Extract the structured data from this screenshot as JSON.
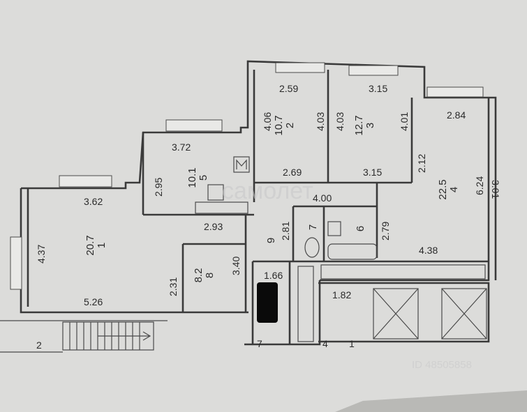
{
  "plan": {
    "watermark": "самолет",
    "id_text": "ID 48505858",
    "corner_labels": {
      "left": "2",
      "bottom_a": "7",
      "bottom_b": "4",
      "bottom_c": "1"
    },
    "rooms": [
      {
        "id": "1",
        "number": "1",
        "area": "20.7"
      },
      {
        "id": "2",
        "number": "2",
        "area": "10.7"
      },
      {
        "id": "3",
        "number": "3",
        "area": "12.7"
      },
      {
        "id": "4",
        "number": "4",
        "area": "22.5"
      },
      {
        "id": "5",
        "number": "5",
        "area": "10.1"
      },
      {
        "id": "6",
        "number": "6",
        "area": ""
      },
      {
        "id": "7",
        "number": "7",
        "area": ""
      },
      {
        "id": "8",
        "number": "8",
        "area": "8.2"
      },
      {
        "id": "9",
        "number": "9",
        "area": ""
      }
    ],
    "dimensions": {
      "r2_top": "2.59",
      "r3_top": "3.15",
      "r4_top": "2.84",
      "r2_left": "4.06",
      "r2_right": "4.03",
      "r3_left": "4.03",
      "r3_right": "4.01",
      "r2_bottom": "2.69",
      "r3_bottom": "3.15",
      "r4_inner": "2.12",
      "r4_right": "6.24",
      "r5_top": "3.72",
      "r5_left": "2.95",
      "hall_mid": "4.00",
      "r1_top": "3.62",
      "r1_left": "4.37",
      "r1_bottom": "5.26",
      "bath_top": "2.93",
      "corridor": "2.81",
      "r4_lower": "2.79",
      "r4_bottom": "4.38",
      "r8_left": "2.31",
      "r8_right": "3.40",
      "r10_top": "1.66",
      "stair_top": "1.82",
      "edge_right": "3.01"
    }
  }
}
